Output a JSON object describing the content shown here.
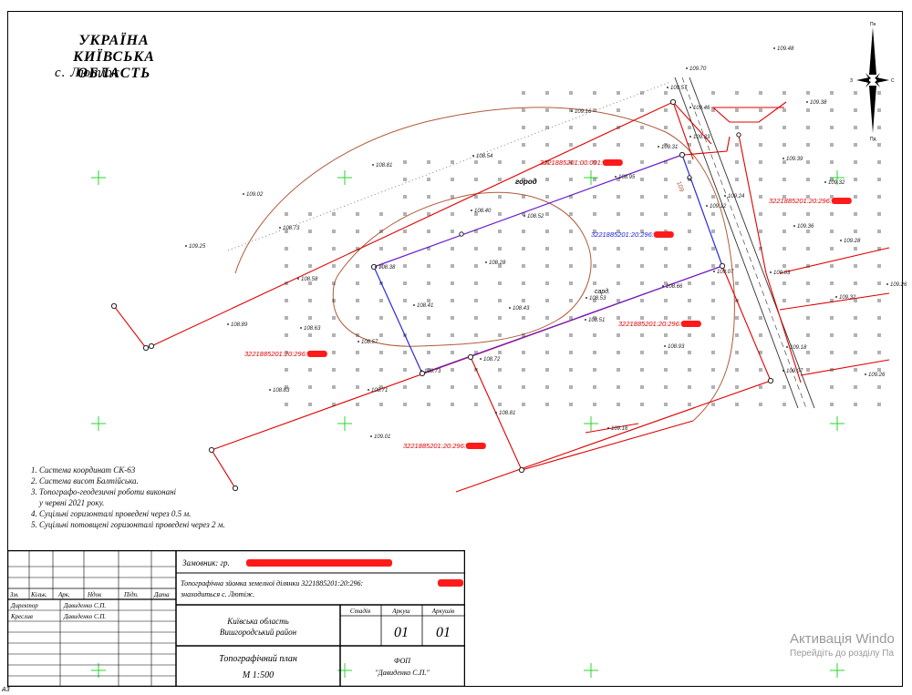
{
  "header": {
    "country": "УКРАЇНА",
    "oblast": "КИЇВСЬКА ОБЛАСТЬ",
    "village": "с. Лютіж"
  },
  "map": {
    "garden_label": "город",
    "shed_label": "сард.",
    "contour_label": "109",
    "parcels": [
      {
        "code": "3221885201:00:001:",
        "color": "#e00000"
      },
      {
        "code": "3221885201:20:296:",
        "color": "#e00000"
      },
      {
        "code": "3221885201:20:296:",
        "color": "#1a1ae0"
      },
      {
        "code": "3221885201:20:296:",
        "color": "#e00000"
      },
      {
        "code": "3221885201:20:296:",
        "color": "#e00000"
      },
      {
        "code": "3221885201:20:296:",
        "color": "#e00000"
      }
    ],
    "elevations": [
      "109.48",
      "109.70",
      "109.57",
      "109.46",
      "109.38",
      "109.16",
      "109.31",
      "109.33",
      "109.39",
      "109.32",
      "108.54",
      "108.81",
      "109.02",
      "108.95",
      "108.40",
      "108.52",
      "108.73",
      "109.24",
      "109.12",
      "109.36",
      "109.28",
      "109.25",
      "108.28",
      "108.38",
      "108.58",
      "109.07",
      "108.53",
      "108.66",
      "109.03",
      "109.32",
      "109.26",
      "108.41",
      "108.43",
      "108.51",
      "108.89",
      "108.63",
      "108.57",
      "108.93",
      "109.18",
      "108.72",
      "108.73",
      "109.07",
      "109.26",
      "108.83",
      "108.71",
      "108.81",
      "109.01",
      "109.16"
    ]
  },
  "notes": [
    "1. Система координат СК-63",
    "2. Система висот Балтійська.",
    "3. Топографо-геодезичні роботи виконані",
    "    у червні 2021 року.",
    "4. Суцільні горизонталі проведені через 0.5 м.",
    "5. Суцільні потовщені горизонталі проведені через 2 м."
  ],
  "stamp": {
    "client_label": "Замовник: гр.",
    "work_line1": "Топографічна зйомка земелної ділянки 3221885201:20:296:",
    "work_line2": "знаходиться с. Лютіж.",
    "col_headers": [
      "Зм.",
      "Кільк.",
      "Арк.",
      "Ндок",
      "Підп.",
      "Дата"
    ],
    "staff": [
      {
        "role": "Директор",
        "name": "Давиденко С.П."
      },
      {
        "role": "Креслив",
        "name": "Давиденко С.П."
      }
    ],
    "location_line1": "Київська область",
    "location_line2": "Вишгородський район",
    "stage_label": "Стадія",
    "sheet_label": "Аркуш",
    "sheets_label": "Аркушів",
    "sheet_value": "01",
    "sheets_value": "01",
    "plan_title": "Топографічний план",
    "scale": "М 1:500",
    "org_line1": "ФОП",
    "org_line2": "\"Давиденко С.П.\""
  },
  "compass": {
    "north": "Пн",
    "south": "Пд",
    "east": "С",
    "west": "З"
  },
  "watermark": {
    "line1": "Активація Windo",
    "line2": "Перейдіть до розділу Па"
  },
  "page_format": "А3"
}
